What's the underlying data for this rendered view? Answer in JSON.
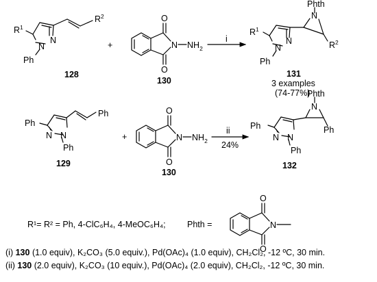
{
  "compounds": {
    "c128": "128",
    "c130": "130",
    "c131": "131",
    "c129": "129",
    "c132": "132"
  },
  "atoms": {
    "R": "R",
    "N": "N",
    "O": "O",
    "Ph": "Ph",
    "Phth": "Phth",
    "NH2": "NH",
    "sub1": "1",
    "sub2": "2"
  },
  "reaction1": {
    "reagent": "i",
    "yield_line1": "3 examples",
    "yield_line2": "(74-77%)",
    "plus": "+"
  },
  "reaction2": {
    "reagent": "ii",
    "yield": "24%",
    "plus": "+"
  },
  "definitions": {
    "r_def": "R¹= R² = Ph, 4-ClC₆H₄, 4-MeOC₆H₄;",
    "phth_def": "Phth ="
  },
  "conditions": [
    {
      "tag": "(i)",
      "compound": "130",
      "text": "(1.0 equiv), K₂CO₃ (5.0 equiv.), Pd(OAc)₄ (1.0 equiv), CH₂Cl₂, -12 ºC, 30 min."
    },
    {
      "tag": "(ii)",
      "compound": "130",
      "text": "(2.0 equiv), K₂CO₃ (10 equiv.), Pd(OAc)₄ (2.0 equiv), CH₂Cl₂, -12 ºC, 30 min."
    }
  ]
}
